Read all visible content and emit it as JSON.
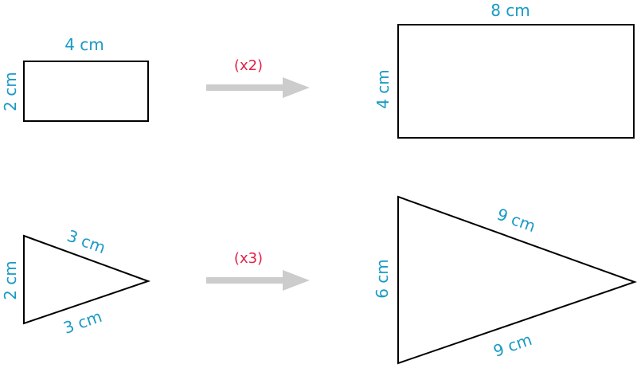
{
  "colors": {
    "dimension_text": "#1a9ac6",
    "scale_text": "#e0204a",
    "outline": "#000000",
    "arrow": "#cccccc"
  },
  "rectangles": {
    "small": {
      "width_label": "4 cm",
      "height_label": "2 cm"
    },
    "arrow_label": "(x2)",
    "large": {
      "width_label": "8 cm",
      "height_label": "4 cm"
    }
  },
  "triangles": {
    "small": {
      "upper_side_label": "3 cm",
      "lower_side_label": "3 cm",
      "base_label": "2 cm"
    },
    "arrow_label": "(x3)",
    "large": {
      "upper_side_label": "9 cm",
      "lower_side_label": "9 cm",
      "base_label": "6 cm"
    }
  }
}
